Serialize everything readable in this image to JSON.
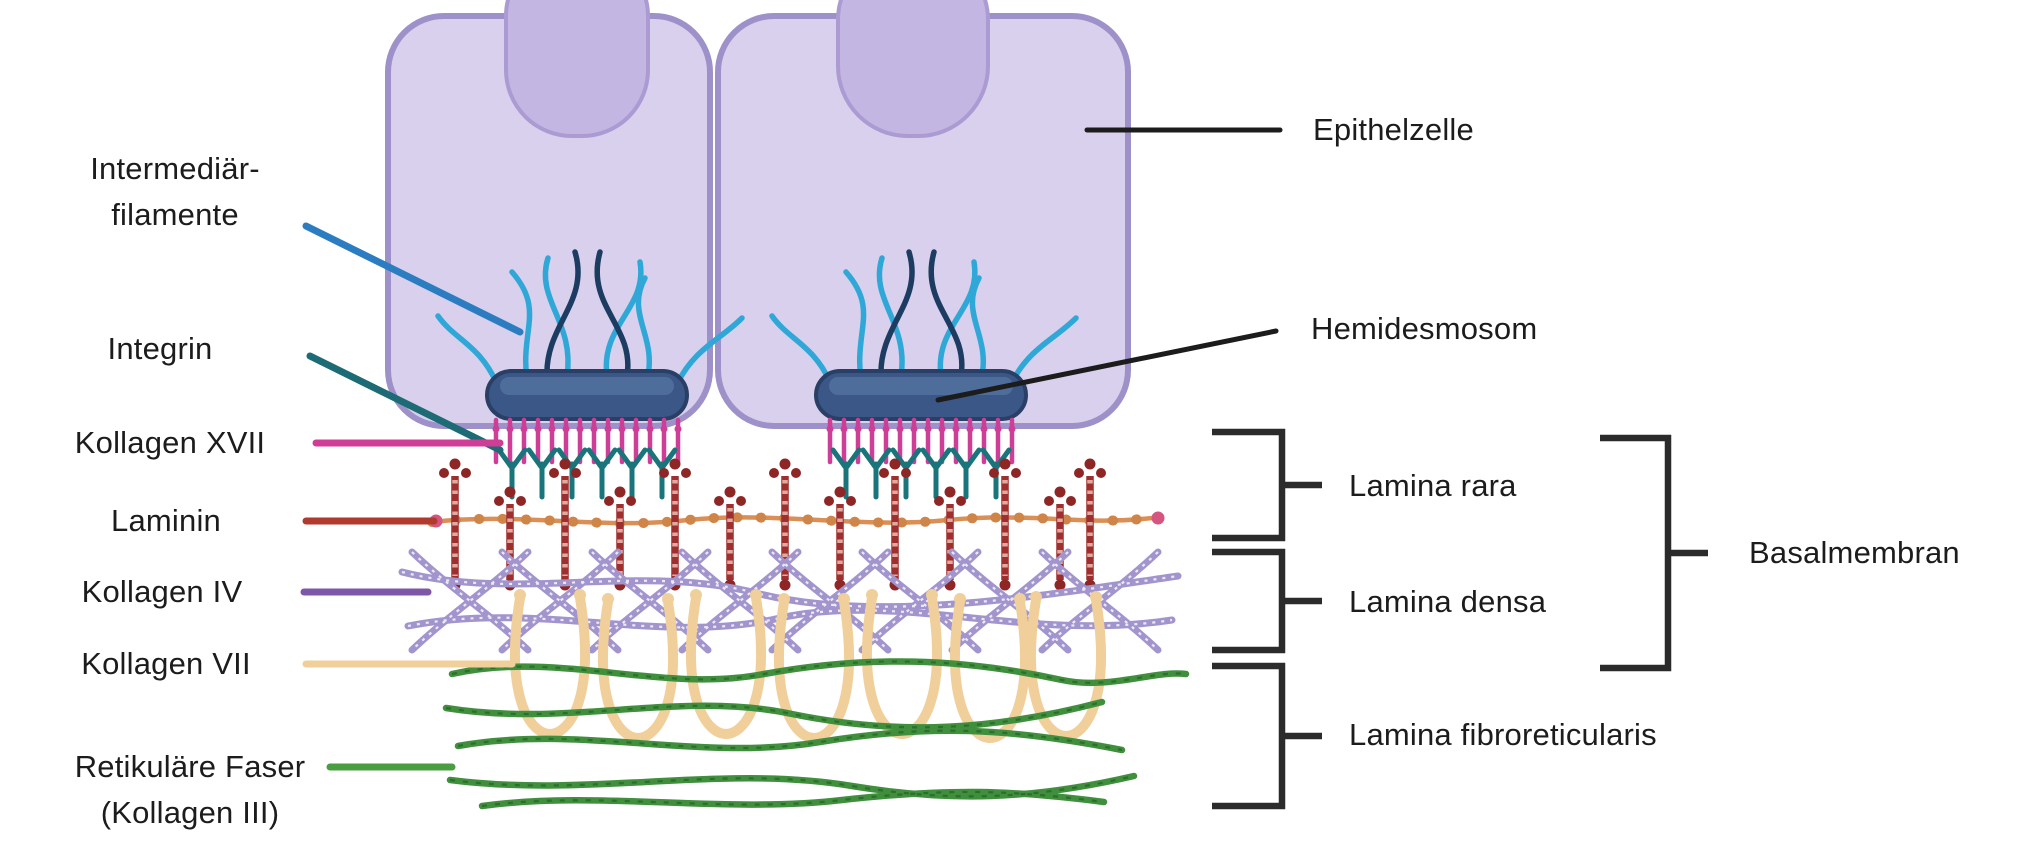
{
  "figure": {
    "type": "labeled-diagram",
    "subject": "Basalmembran / basement membrane structure",
    "background": "#ffffff"
  },
  "left_labels": {
    "intermediaerfilamente": {
      "line1": "Intermediär-",
      "line2": "filamente"
    },
    "integrin": {
      "text": "Integrin"
    },
    "kollagen_xvii": {
      "text": "Kollagen XVII"
    },
    "laminin": {
      "text": "Laminin"
    },
    "kollagen_iv": {
      "text": "Kollagen IV"
    },
    "kollagen_vii": {
      "text": "Kollagen VII"
    },
    "retikulaere_faser": {
      "line1": "Retikuläre Faser",
      "line2": "(Kollagen III)"
    }
  },
  "right_labels": {
    "epithelzelle": {
      "text": "Epithelzelle"
    },
    "hemidesmosom": {
      "text": "Hemidesmosom"
    },
    "lamina_rara": {
      "text": "Lamina rara"
    },
    "lamina_densa": {
      "text": "Lamina densa"
    },
    "lamina_fibroreticularis": {
      "text": "Lamina fibroreticularis"
    },
    "basalmembran": {
      "text": "Basalmembran"
    }
  },
  "colors": {
    "text": "#1c1c1c",
    "bracket": "#2b2b2b",
    "cell_fill": "#d8d0ec",
    "cell_stroke": "#9e91c9",
    "cell_apex_fill": "#c3b6e3",
    "hemidesmosome_fill": "#3a5787",
    "hemidesmosome_stroke": "#2a3f66",
    "intermediate_filament_light": "#2fa8d8",
    "intermediate_filament_dark": "#1d3c62",
    "integrin": "#19747c",
    "kollagen_xvii": "#cf3e96",
    "laminin": "#9e2f2f",
    "laminin_chain": "#d98f55",
    "kollagen_iv": "#a295ce",
    "kollagen_vii": "#f0cf9a",
    "retikulaere_faser": "#3f8f3d",
    "pointer_intermediaerfilamente": "#2b7cc0",
    "pointer_integrin": "#1d6b75",
    "pointer_kollagen_xvii": "#cf3e96",
    "pointer_laminin": "#b03a2e",
    "pointer_kollagen_iv": "#7e57a8",
    "pointer_kollagen_vii": "#f0cf9a",
    "pointer_retikulaere_faser": "#4a9e41",
    "pointer_black": "#1c1c1c"
  }
}
